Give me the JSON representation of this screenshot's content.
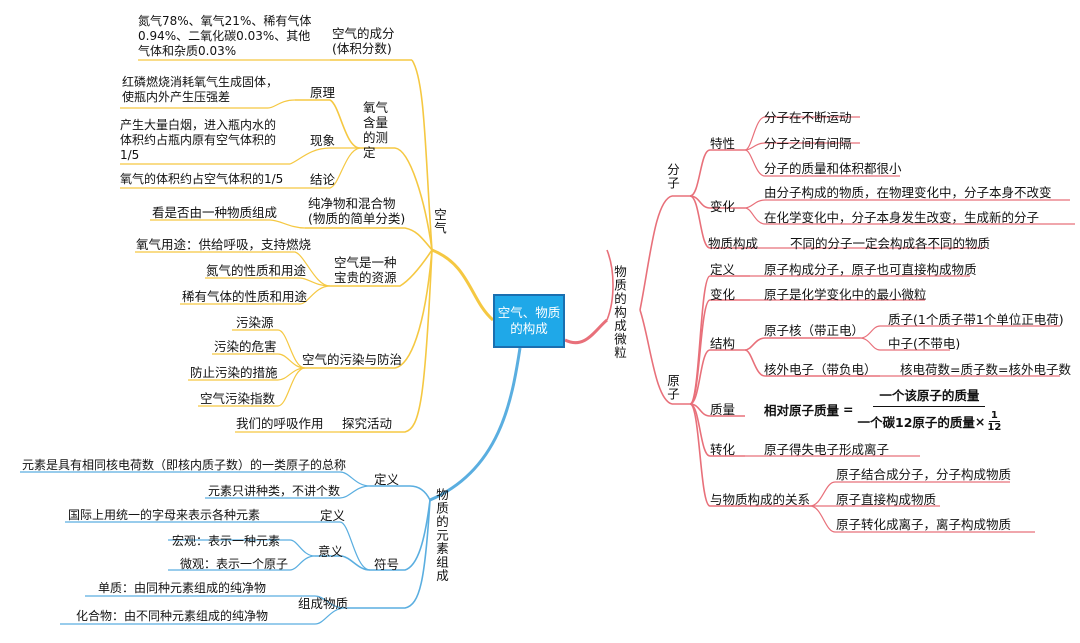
{
  "center": "空气、物质的构成",
  "colors": {
    "air_branch": "#f5c842",
    "element_branch": "#5aaee0",
    "matter_branch": "#e8707a",
    "center_fill": "#1fa8e8"
  },
  "air": {
    "title": "空气",
    "composition": {
      "label": "空气的成分\n(体积分数)",
      "detail": "氮气78%、氧气21%、稀有气体0.94%、二氧化碳0.03%、其他气体和杂质0.03%"
    },
    "oxygen_measure": {
      "label": "氧气含量的测定",
      "principle": {
        "label": "原理",
        "detail": "红磷燃烧消耗氧气生成固体，使瓶内外产生压强差"
      },
      "phenomenon": {
        "label": "现象",
        "detail": "产生大量白烟，进入瓶内水的体积约占瓶内原有空气体积的1/5"
      },
      "conclusion": {
        "label": "结论",
        "detail": "氧气的体积约占空气体积的1/5"
      }
    },
    "pure_mixture": {
      "label": "纯净物和混合物\n(物质的简单分类)",
      "detail": "看是否由一种物质组成"
    },
    "resource": {
      "label": "空气是一种\n宝贵的资源",
      "items": [
        "氧气用途：供给呼吸，支持燃烧",
        "氮气的性质和用途",
        "稀有气体的性质和用途"
      ]
    },
    "pollution": {
      "label": "空气的污染与防治",
      "items": [
        "污染源",
        "污染的危害",
        "防止污染的措施",
        "空气污染指数"
      ]
    },
    "explore": {
      "label": "探究活动",
      "detail": "我们的呼吸作用"
    }
  },
  "element": {
    "title": "物质的元素组成",
    "definition": {
      "label": "定义",
      "items": [
        "元素是具有相同核电荷数（即核内质子数）的一类原子的总称",
        "元素只讲种类，不讲个数"
      ]
    },
    "symbol": {
      "label": "符号",
      "def": {
        "label": "定义",
        "detail": "国际上用统一的字母来表示各种元素"
      },
      "meaning": {
        "label": "意义",
        "items": [
          "宏观：表示一种元素",
          "微观：表示一个原子"
        ]
      }
    },
    "compose": {
      "label": "组成物质",
      "items": [
        "单质：由同种元素组成的纯净物",
        "化合物：由不同种元素组成的纯净物"
      ]
    }
  },
  "matter": {
    "title": "物质的构成微粒",
    "molecule": {
      "label": "分子",
      "property": {
        "label": "特性",
        "items": [
          "分子在不断运动",
          "分子之间有间隔",
          "分子的质量和体积都很小"
        ]
      },
      "change": {
        "label": "变化",
        "items": [
          "由分子构成的物质，在物理变化中，分子本身不改变",
          "在化学变化中，分子本身发生改变，生成新的分子"
        ]
      },
      "composition": {
        "label": "物质构成",
        "detail": "不同的分子一定会构成各不同的物质"
      }
    },
    "atom": {
      "label": "原子",
      "definition": {
        "label": "定义",
        "detail": "原子构成分子，原子也可直接构成物质"
      },
      "change": {
        "label": "变化",
        "detail": "原子是化学变化中的最小微粒"
      },
      "structure": {
        "label": "结构",
        "nucleus": {
          "label": "原子核（带正电）",
          "items": [
            "质子(1个质子带1个单位正电荷)",
            "中子(不带电)"
          ]
        },
        "electron": {
          "label": "核外电子（带负电）",
          "detail": "核电荷数=质子数=核外电子数"
        }
      },
      "mass": {
        "label": "质量",
        "formula_left": "相对原子质量",
        "formula_eq": "=",
        "formula_num": "一个该原子的质量",
        "formula_den": "一个碳12原子的质量",
        "formula_times": "×",
        "formula_frac_num": "1",
        "formula_frac_den": "12"
      },
      "transform": {
        "label": "转化",
        "detail": "原子得失电子形成离子"
      },
      "relation": {
        "label": "与物质构成的关系",
        "items": [
          "原子结合成分子，分子构成物质",
          "原子直接构成物质",
          "原子转化成离子，离子构成物质"
        ]
      }
    }
  }
}
